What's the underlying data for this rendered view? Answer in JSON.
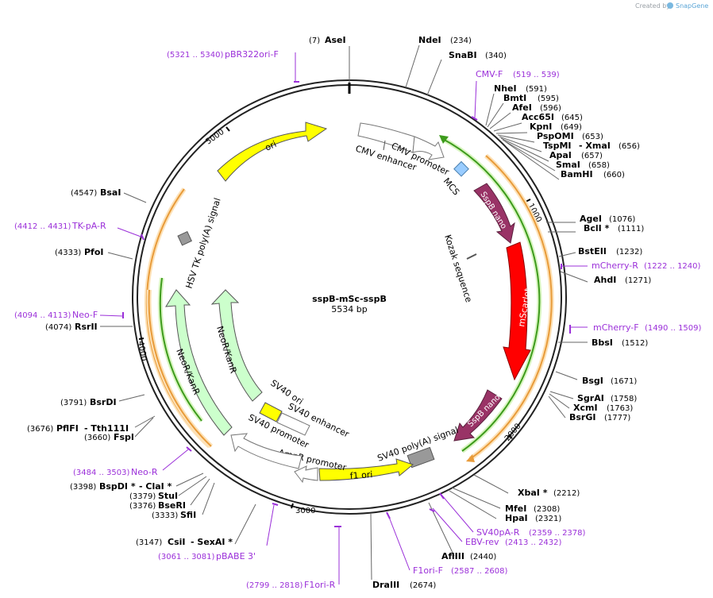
{
  "credit": {
    "created_by": "Created by",
    "brand": "SnapGene"
  },
  "plasmid": {
    "name": "sspB-mSc-sspB",
    "length": "5534 bp"
  },
  "ticks": [
    "1000",
    "2000",
    "3000",
    "4000",
    "5000"
  ],
  "features": {
    "ori": "ori",
    "cmv_promoter": "CMV promoter",
    "cmv_enhancer": "CMV enhancer",
    "mcs": "MCS",
    "sspb_nano_1": "SspB nano",
    "mscarlet": "mScarlet",
    "sspb_nano_2": "SspB nano",
    "kozak": "Kozak sequence",
    "sv40_polya": "SV40 poly(A) signal",
    "f1_ori": "f1 ori",
    "ampr_promoter": "AmpR promoter",
    "sv40_promoter": "SV40 promoter",
    "sv40_enhancer": "SV40 enhancer",
    "sv40_ori": "SV40 ori",
    "neor_inner": "NeoR/KanR",
    "neor_outer": "NeoR/KanR",
    "hsv_tk": "HSV TK poly(A) signal"
  },
  "enzymes": [
    {
      "name": "AseI",
      "pos": "(7)"
    },
    {
      "name": "NdeI",
      "pos": "(234)"
    },
    {
      "name": "SnaBI",
      "pos": "(340)"
    },
    {
      "name": "NheI",
      "pos": "(591)"
    },
    {
      "name": "BmtI",
      "pos": "(595)"
    },
    {
      "name": "AfeI",
      "pos": "(596)"
    },
    {
      "name": "Acc65I",
      "pos": "(645)"
    },
    {
      "name": "KpnI",
      "pos": "(649)"
    },
    {
      "name": "PspOMI",
      "pos": "(653)"
    },
    {
      "name": "TspMI",
      "pos": ""
    },
    {
      "name": "- XmaI",
      "pos": "(656)"
    },
    {
      "name": "ApaI",
      "pos": "(657)"
    },
    {
      "name": "SmaI",
      "pos": "(658)"
    },
    {
      "name": "BamHI",
      "pos": "(660)"
    },
    {
      "name": "AgeI",
      "pos": "(1076)"
    },
    {
      "name": "BclI *",
      "pos": "(1111)"
    },
    {
      "name": "BstEII",
      "pos": "(1232)"
    },
    {
      "name": "AhdI",
      "pos": "(1271)"
    },
    {
      "name": "BbsI",
      "pos": "(1512)"
    },
    {
      "name": "BsgI",
      "pos": "(1671)"
    },
    {
      "name": "SgrAI",
      "pos": "(1758)"
    },
    {
      "name": "XcmI",
      "pos": "(1763)"
    },
    {
      "name": "BsrGI",
      "pos": "(1777)"
    },
    {
      "name": "XbaI *",
      "pos": "(2212)"
    },
    {
      "name": "MfeI",
      "pos": "(2308)"
    },
    {
      "name": "HpaI",
      "pos": "(2321)"
    },
    {
      "name": "AflIII",
      "pos": "(2440)"
    },
    {
      "name": "DraIII",
      "pos": "(2674)"
    },
    {
      "name": "CsiI",
      "pos": "(3147)"
    },
    {
      "name": "- SexAI *",
      "pos": ""
    },
    {
      "name": "SfiI",
      "pos": "(3333)"
    },
    {
      "name": "BseRI",
      "pos": "(3376)"
    },
    {
      "name": "StuI",
      "pos": "(3379)"
    },
    {
      "name": "BspDI *",
      "pos": "(3398)"
    },
    {
      "name": "- ClaI *",
      "pos": ""
    },
    {
      "name": "FspI",
      "pos": "(3660)"
    },
    {
      "name": "PflFI",
      "pos": "(3676)"
    },
    {
      "name": "- Tth111I",
      "pos": ""
    },
    {
      "name": "BsrDI",
      "pos": "(3791)"
    },
    {
      "name": "RsrII",
      "pos": "(4074)"
    },
    {
      "name": "PfoI",
      "pos": "(4333)"
    },
    {
      "name": "BsaI",
      "pos": "(4547)"
    }
  ],
  "primers": [
    {
      "name": "pBR322ori-F",
      "pos": "(5321 .. 5340)"
    },
    {
      "name": "CMV-F",
      "pos": "(519 .. 539)"
    },
    {
      "name": "mCherry-R",
      "pos": "(1222 .. 1240)"
    },
    {
      "name": "mCherry-F",
      "pos": "(1490 .. 1509)"
    },
    {
      "name": "SV40pA-R",
      "pos": "(2359 .. 2378)"
    },
    {
      "name": "EBV-rev",
      "pos": "(2413 .. 2432)"
    },
    {
      "name": "F1ori-F",
      "pos": "(2587 .. 2608)"
    },
    {
      "name": "F1ori-R",
      "pos": "(2799 .. 2818)"
    },
    {
      "name": "pBABE 3'",
      "pos": "(3061 .. 3081)"
    },
    {
      "name": "Neo-R",
      "pos": "(3484 .. 3503)"
    },
    {
      "name": "Neo-F",
      "pos": "(4094 .. 4113)"
    },
    {
      "name": "TK-pA-R",
      "pos": "(4412 .. 4431)"
    }
  ],
  "colors": {
    "backbone": "#222222",
    "ori": "#ffff00",
    "mscarlet": "#ff0000",
    "sspb": "#993366",
    "neor": "#ccffcc",
    "primer": "#9b30d9",
    "orf_orange": "#e89b3a",
    "orf_green": "#3d9b1c",
    "mcs": "#99ccff",
    "polya": "#999999"
  }
}
